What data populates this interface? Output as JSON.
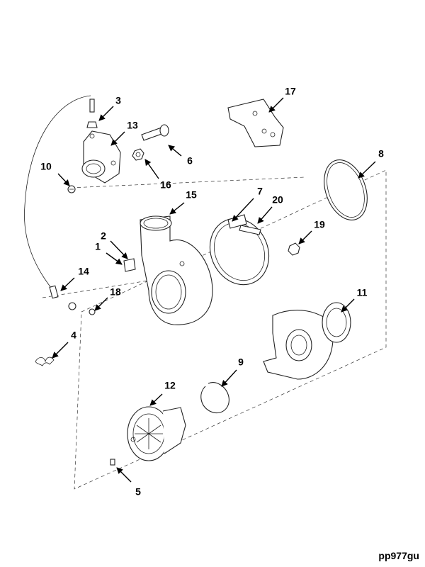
{
  "figure_code": "pp977gu",
  "callouts": [
    {
      "id": "c1",
      "label": "1"
    },
    {
      "id": "c2",
      "label": "2"
    },
    {
      "id": "c3",
      "label": "3"
    },
    {
      "id": "c4",
      "label": "4"
    },
    {
      "id": "c5",
      "label": "5"
    },
    {
      "id": "c6",
      "label": "6"
    },
    {
      "id": "c7",
      "label": "7"
    },
    {
      "id": "c8",
      "label": "8"
    },
    {
      "id": "c9",
      "label": "9"
    },
    {
      "id": "c10",
      "label": "10"
    },
    {
      "id": "c11",
      "label": "11"
    },
    {
      "id": "c12",
      "label": "12"
    },
    {
      "id": "c13",
      "label": "13"
    },
    {
      "id": "c14",
      "label": "14"
    },
    {
      "id": "c15",
      "label": "15"
    },
    {
      "id": "c16",
      "label": "16"
    },
    {
      "id": "c17",
      "label": "17"
    },
    {
      "id": "c18",
      "label": "18"
    },
    {
      "id": "c19",
      "label": "19"
    },
    {
      "id": "c20",
      "label": "20"
    }
  ]
}
